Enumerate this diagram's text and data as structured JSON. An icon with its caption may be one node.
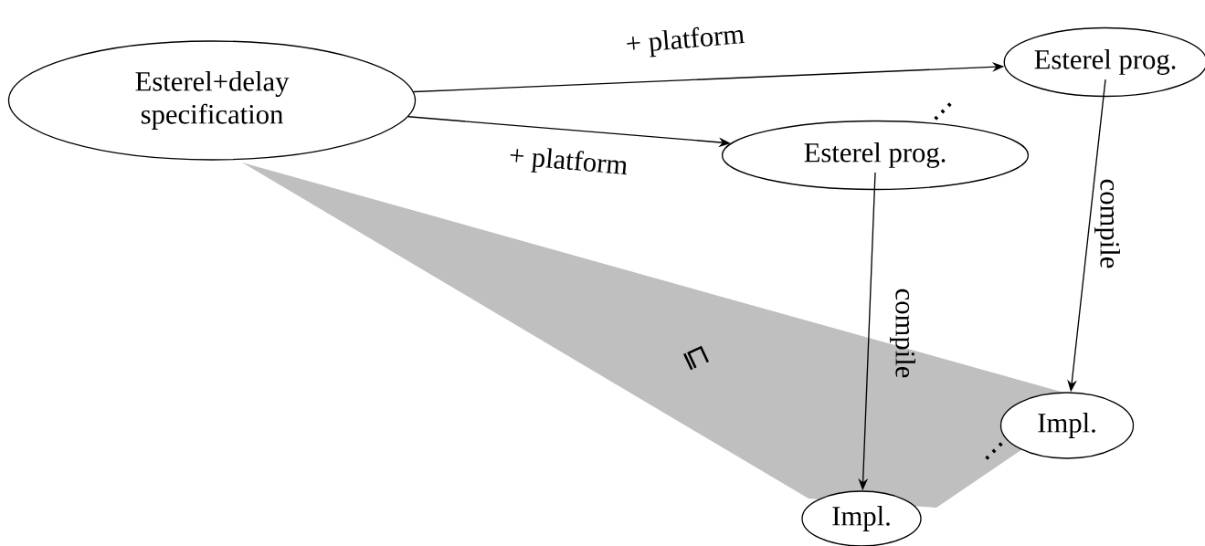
{
  "diagram": {
    "nodes": [
      {
        "text": [
          "Esterel+delay specification"
        ]
      },
      {
        "text": [
          "Esterel prog."
        ]
      },
      {
        "text": [
          "Esterel prog."
        ]
      },
      {
        "text": [
          "Impl."
        ]
      },
      {
        "text": [
          "Impl."
        ]
      }
    ],
    "edges": [
      {
        "from": 0,
        "to": 1,
        "arrow": "to",
        "label": "+ platform"
      },
      {
        "from": 0,
        "to": 2,
        "arrow": "to",
        "label": "+ platform"
      },
      {
        "from": 2,
        "to": 4,
        "arrow": "to",
        "label": "compile"
      },
      {
        "from": 1,
        "to": 3,
        "arrow": "to",
        "label": "compile"
      }
    ],
    "labels": [
      "…",
      "⊑",
      "…"
    ]
  }
}
